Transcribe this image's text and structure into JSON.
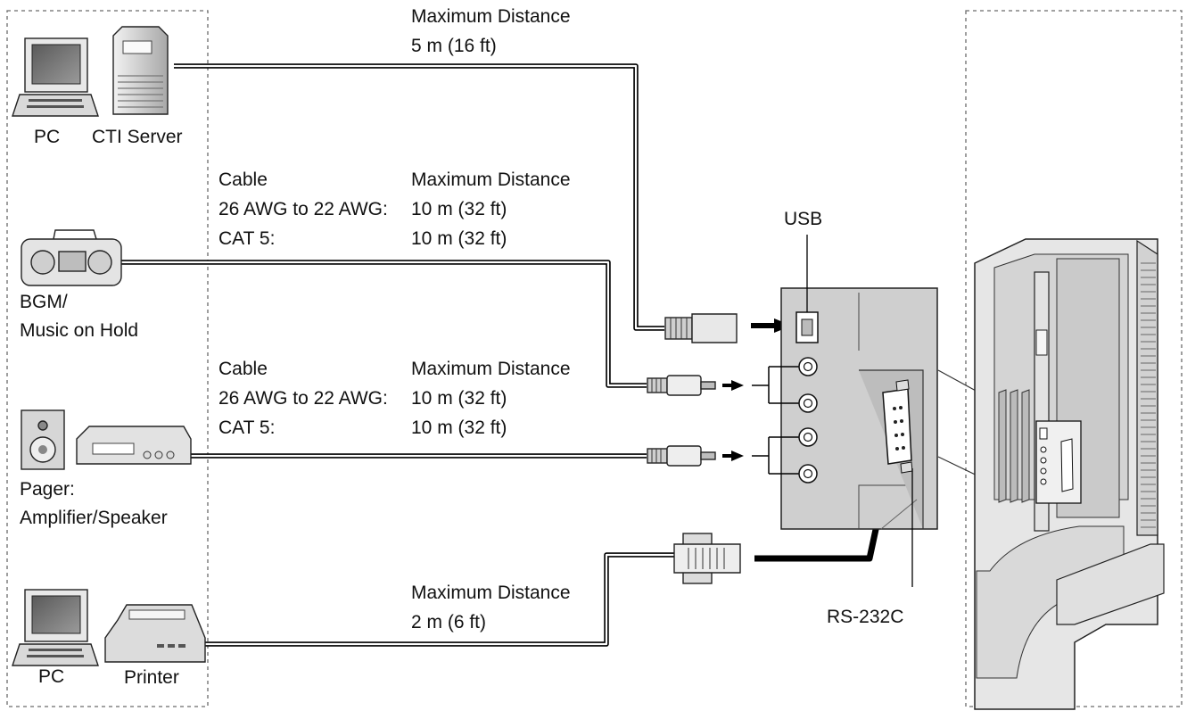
{
  "labels": {
    "pc_top": "PC",
    "cti_server": "CTI Server",
    "bgm_line1": "BGM/",
    "bgm_line2": "Music on Hold",
    "pager_line1": "Pager:",
    "pager_line2": "Amplifier/Speaker",
    "pc_bottom": "PC",
    "printer": "Printer",
    "usb": "USB",
    "rs232c": "RS-232C"
  },
  "usb_spec": {
    "heading": "Maximum Distance",
    "value": "5 m (16 ft)"
  },
  "bgm_spec": {
    "cable_heading": "Cable",
    "distance_heading": "Maximum Distance",
    "rows": [
      {
        "cable": "26 AWG to 22 AWG:",
        "distance": "10 m (32 ft)"
      },
      {
        "cable": "CAT 5:",
        "distance": "10 m (32 ft)"
      }
    ]
  },
  "pager_spec": {
    "cable_heading": "Cable",
    "distance_heading": "Maximum Distance",
    "rows": [
      {
        "cable": "26 AWG to 22 AWG:",
        "distance": "10 m (32 ft)"
      },
      {
        "cable": "CAT 5:",
        "distance": "10 m (32 ft)"
      }
    ]
  },
  "rs232_spec": {
    "heading": "Maximum Distance",
    "value": "2 m (6 ft)"
  }
}
